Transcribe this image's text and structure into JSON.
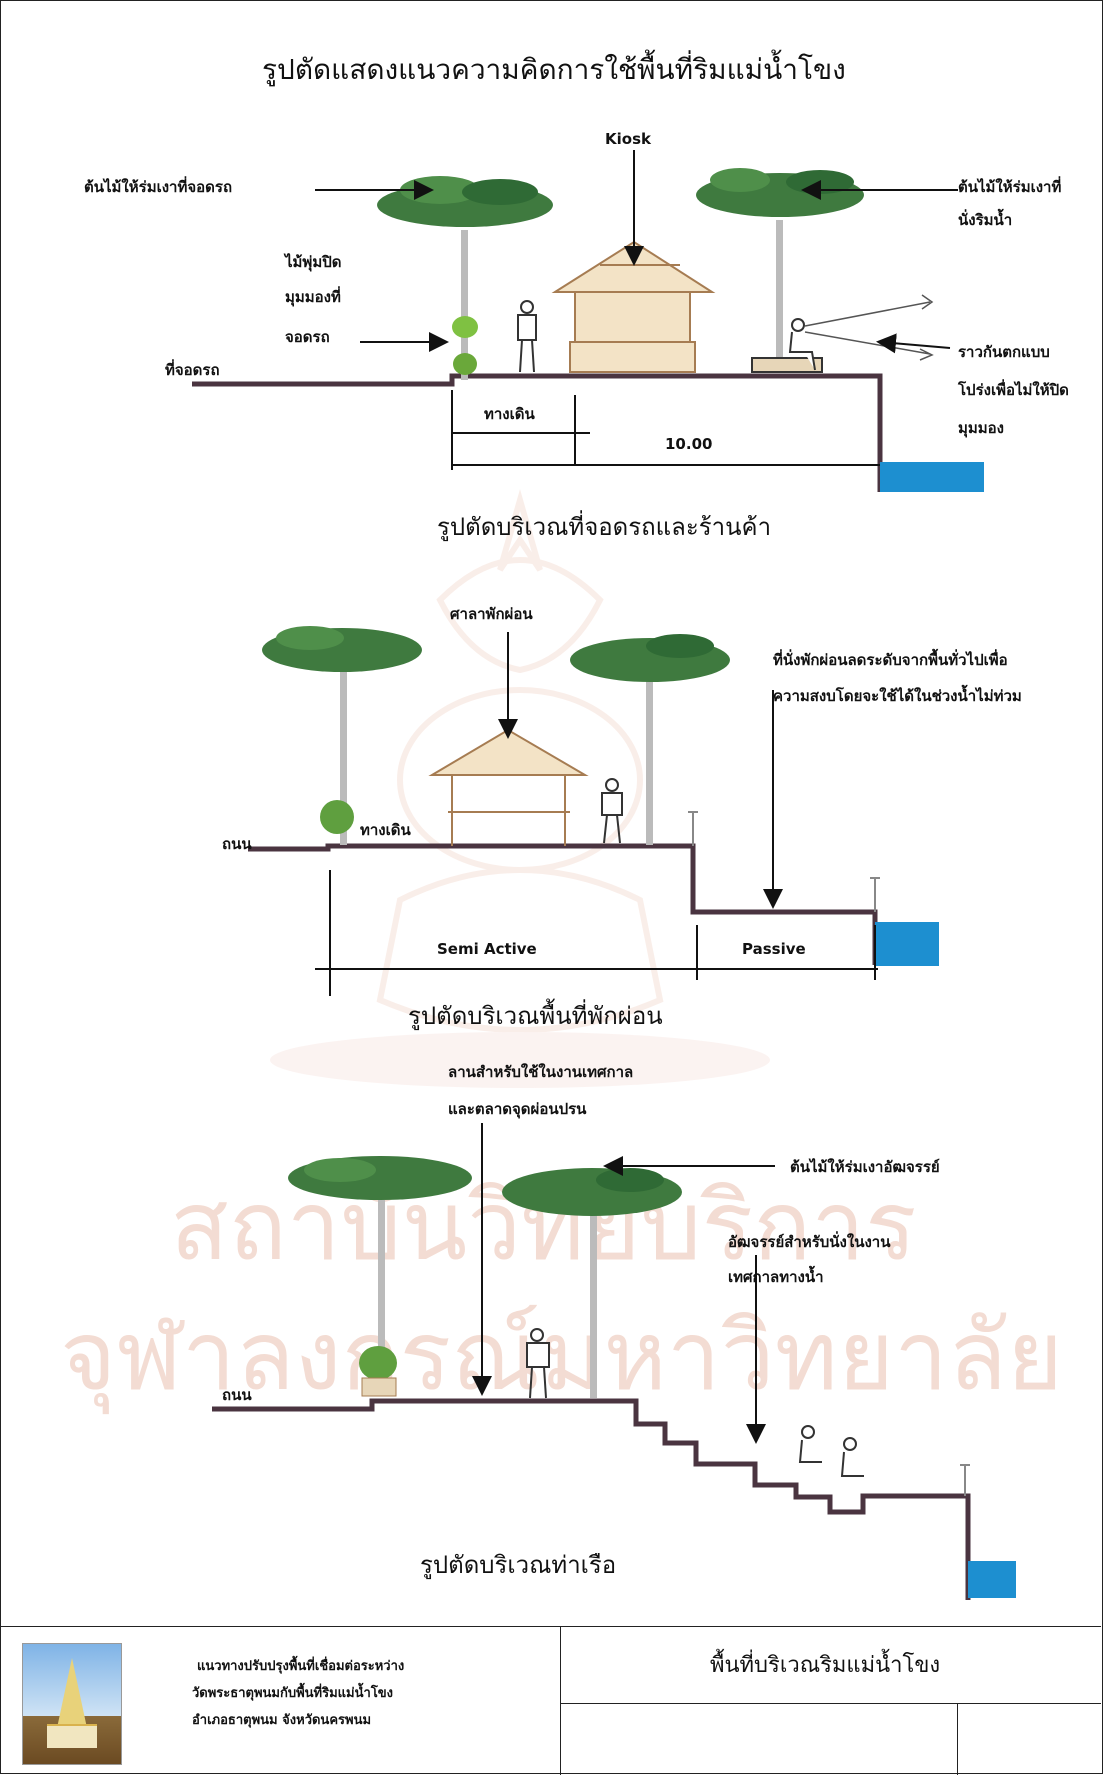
{
  "title": "รูปตัดแสดงแนวความคิดการใช้พื้นที่ริมแม่น้ำโขง",
  "watermark": {
    "line1": "สถาบันวิทยบริการ",
    "line2": "จุฬาลงกรณ์มหาวิทยาลัย"
  },
  "section1": {
    "caption": "รูปตัดบริเวณที่จอดรถและร้านค้า",
    "kiosk": "Kiosk",
    "tree_label_left": "ต้นไม้ให้ร่มเงาที่จอดรถ",
    "tree_label_right_1": "ต้นไม้ให้ร่มเงาที่",
    "tree_label_right_2": "นั่งริมน้ำ",
    "shrub_1": "ไม้พุ่มปิด",
    "shrub_2": "มุมมองที่",
    "shrub_3": "จอดรถ",
    "parking": "ที่จอดรถ",
    "walkway": "ทางเดิน",
    "dimension": "10.00",
    "rail_1": "ราวกันตกแบบ",
    "rail_2": "โปร่งเพื่อไม่ให้ปิด",
    "rail_3": "มุมมอง"
  },
  "section2": {
    "caption": "รูปตัดบริเวณพื้นที่พักผ่อน",
    "pavilion": "ศาลาพักผ่อน",
    "note_1": "ที่นั่งพักผ่อนลดระดับจากพื้นทั่วไปเพื่อ",
    "note_2": "ความสงบโดยจะใช้ได้ในช่วงน้ำไม่ท่วม",
    "road": "ถนน",
    "walkway": "ทางเดิน",
    "semi_active": "Semi Active",
    "passive": "Passive"
  },
  "section3": {
    "caption": "รูปตัดบริเวณท่าเรือ",
    "plaza_1": "ลานสำหรับใช้ในงานเทศกาล",
    "plaza_2": "และตลาดจุดผ่อนปรน",
    "tree_label": "ต้นไม้ให้ร่มเงาอัฒจรรย์",
    "steps_1": "อัฒจรรย์สำหรับนั่งในงาน",
    "steps_2": "เทศกาลทางน้ำ",
    "road": "ถนน"
  },
  "footer": {
    "desc_1": "แนวทางปรับปรุงพื้นที่เชื่อมต่อระหว่าง",
    "desc_2": "วัดพระธาตุพนมกับพื้นที่ริมแม่น้ำโขง",
    "desc_3": "อำเภอธาตุพนม     จังหวัดนครพนม",
    "sheet_title": "พื้นที่บริเวณริมแม่น้ำโขง"
  },
  "colors": {
    "ground": "#4a3440",
    "water": "#1d8fd0",
    "foliage": "#3f7a3f",
    "watermark": "#f3dcd3"
  }
}
